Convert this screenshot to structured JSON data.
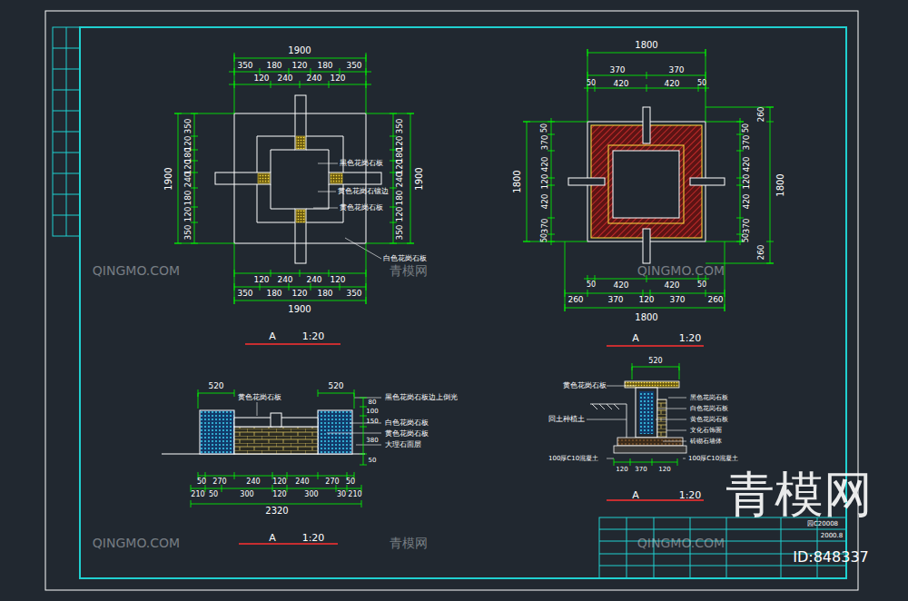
{
  "diagram": {
    "labels": [
      "1900",
      "350",
      "180",
      "120",
      "180",
      "350",
      "120",
      "240",
      "240",
      "120",
      "350",
      "120",
      "180",
      "120",
      "240",
      "180",
      "120",
      "350",
      "1900",
      "350",
      "120",
      "180",
      "120",
      "240",
      "180",
      "120",
      "350",
      "1900",
      "120",
      "240",
      "240",
      "120",
      "350",
      "180",
      "120",
      "180",
      "350",
      "1900",
      "黑色花岗石板",
      "黄色花岗石镶边",
      "黄色花岗石板",
      "白色花岗石板",
      "A",
      "1:20",
      "1800",
      "370",
      "370",
      "50",
      "420",
      "420",
      "50",
      "50",
      "370",
      "420",
      "120",
      "420",
      "370",
      "50",
      "1800",
      "50",
      "370",
      "420",
      "120",
      "420",
      "370",
      "50",
      "260",
      "260",
      "1800",
      "50",
      "420",
      "420",
      "50",
      "260",
      "370",
      "120",
      "370",
      "260",
      "1800",
      "A",
      "1:20",
      "520",
      "520",
      "黄色花岗石板",
      "黑色花岗石板边上倒光",
      "白色花岗石板",
      "黄色花岗石板",
      "大理石面层",
      "80",
      "100",
      "150",
      "380",
      "50",
      "50",
      "270",
      "240",
      "120",
      "240",
      "270",
      "50",
      "210",
      "50",
      "300",
      "120",
      "300",
      "30",
      "210",
      "2320",
      "A",
      "1:20",
      "520",
      "黄色花岗石板",
      "回土种植土",
      "黑色花岗石板",
      "白色花岗石板",
      "黄色花岗石板",
      "文化石饰面",
      "砖砌石墙体",
      "100厚C10混凝土",
      "100厚C10混凝土",
      "120",
      "370",
      "120",
      "A",
      "1:20",
      "园C20008",
      "2000.8",
      "QINGMO.COM",
      "青模网",
      "QINGMO.COM",
      "QINGMO.COM",
      "青模网",
      "QINGMO.COM",
      "青模网",
      "ID:848337"
    ]
  }
}
